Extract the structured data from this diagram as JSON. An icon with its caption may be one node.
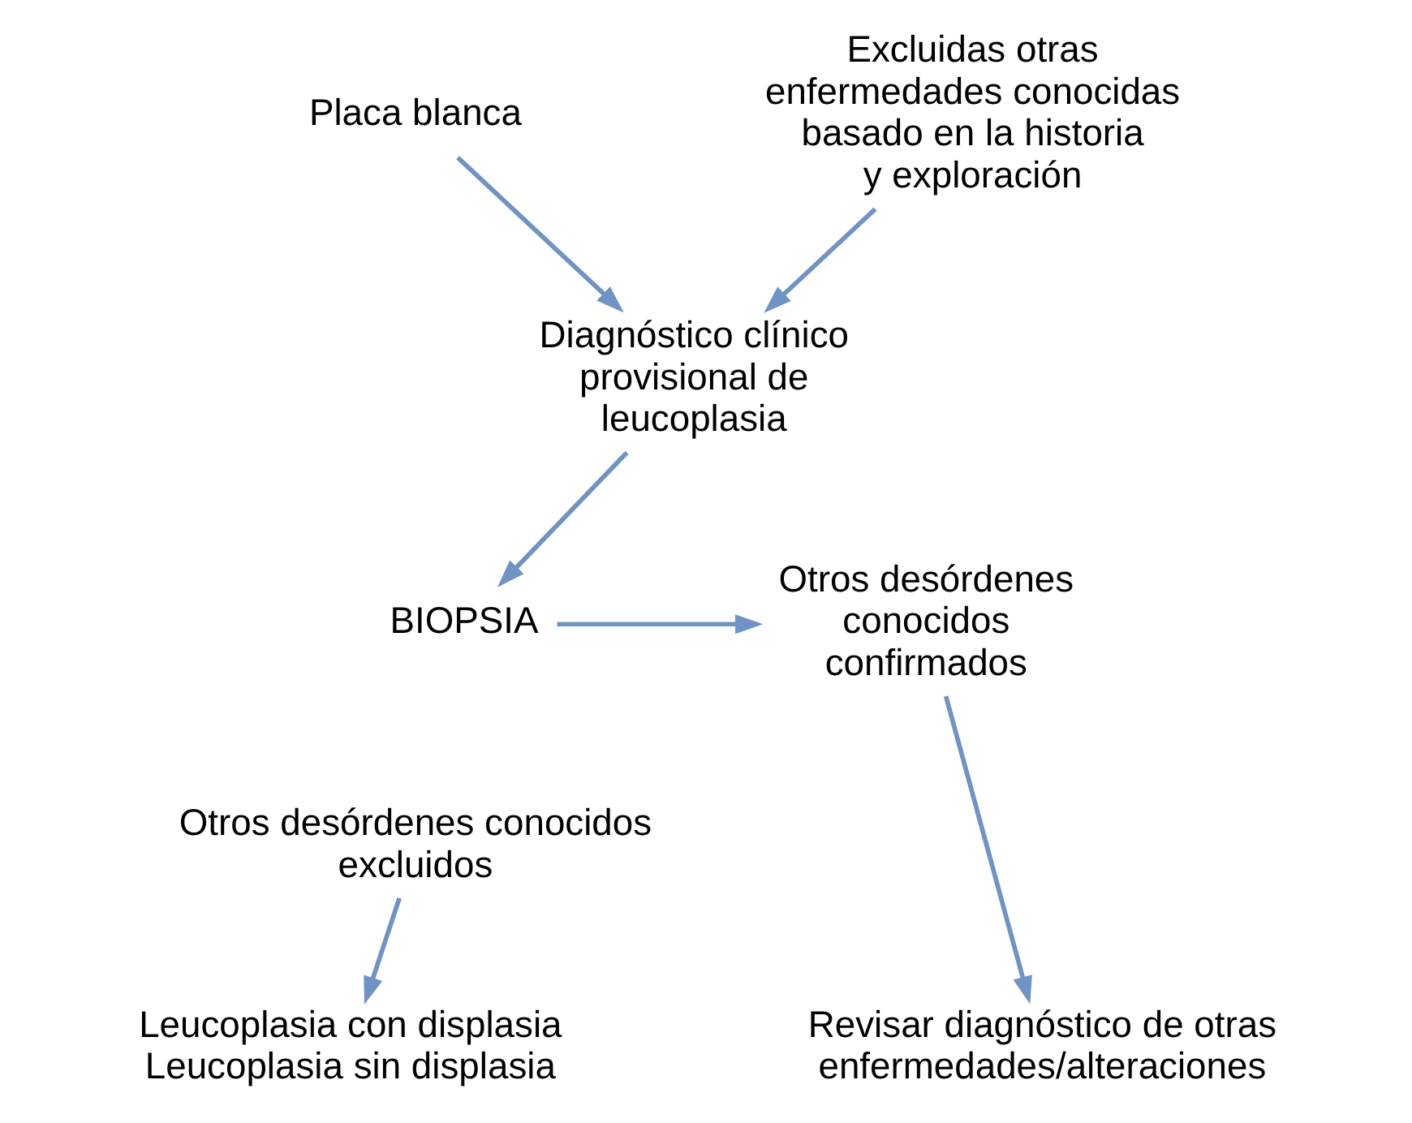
{
  "diagram": {
    "nodes": [
      {
        "text": [
          "Placa blanca"
        ]
      },
      {
        "text": [
          "Excluidas otras enfermedades conocidas basado en la historia y exploración"
        ]
      },
      {
        "text": [
          "Diagnóstico clínico provisional de leucoplasia"
        ]
      },
      {
        "text": [
          "BIOPSIA"
        ]
      },
      {
        "text": [
          "Otros desórdenes conocidos confirmados"
        ]
      },
      {
        "text": [
          "Otros desórdenes conocidos excluidos"
        ]
      },
      {
        "text": [
          "Leucoplasia con displasia",
          "Leucoplasia sin displasia"
        ]
      },
      {
        "text": [
          "Revisar diagnóstico de otras enfermedades/alteraciones"
        ]
      }
    ],
    "edges": [
      {
        "from": 0,
        "to": 2,
        "arrow": "to"
      },
      {
        "from": 1,
        "to": 2,
        "arrow": "to"
      },
      {
        "from": 2,
        "to": 3,
        "arrow": "to"
      },
      {
        "from": 3,
        "to": 4,
        "arrow": "to"
      },
      {
        "from": 5,
        "to": 6,
        "arrow": "to"
      },
      {
        "from": 4,
        "to": 7,
        "arrow": "to"
      }
    ]
  }
}
